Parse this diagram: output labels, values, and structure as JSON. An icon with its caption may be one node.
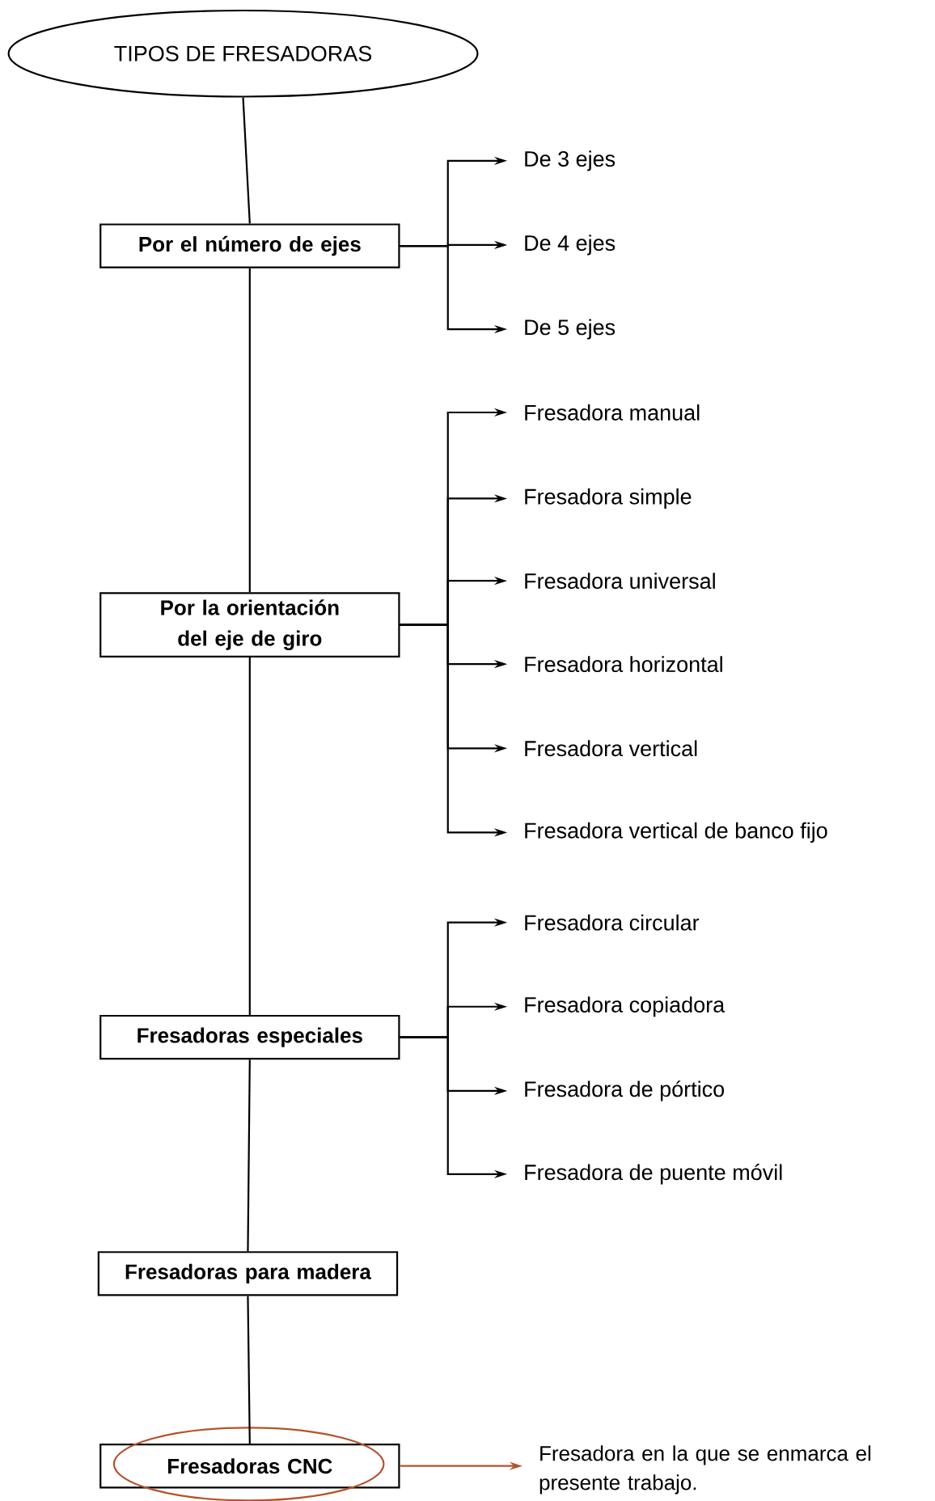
{
  "diagram": {
    "nodes": [
      {
        "text": [
          "TIPOS DE FRESADORAS"
        ]
      },
      {
        "text": [
          "Por el número de ejes"
        ]
      },
      {
        "text": [
          "De 3 ejes"
        ]
      },
      {
        "text": [
          "De 4 ejes"
        ]
      },
      {
        "text": [
          "De 5 ejes"
        ]
      },
      {
        "text": [
          "Por la orientación del eje de giro"
        ]
      },
      {
        "text": [
          "Fresadora manual"
        ]
      },
      {
        "text": [
          "Fresadora simple"
        ]
      },
      {
        "text": [
          "Fresadora universal"
        ]
      },
      {
        "text": [
          "Fresadora horizontal"
        ]
      },
      {
        "text": [
          "Fresadora vertical"
        ]
      },
      {
        "text": [
          "Fresadora vertical de banco fijo"
        ]
      },
      {
        "text": [
          "Fresadoras especiales"
        ]
      },
      {
        "text": [
          "Fresadora circular"
        ]
      },
      {
        "text": [
          "Fresadora copiadora"
        ]
      },
      {
        "text": [
          "Fresadora de pórtico"
        ]
      },
      {
        "text": [
          "Fresadora de puente móvil"
        ]
      },
      {
        "text": [
          "Fresadoras para madera"
        ]
      },
      {
        "text": [
          "Fresadoras CNC"
        ]
      },
      {
        "text": [
          "Fresadora en la que se enmarca el presente trabajo."
        ]
      }
    ],
    "edges": [
      {
        "from": 0,
        "to": 1,
        "arrow": "none"
      },
      {
        "from": 1,
        "to": 2,
        "arrow": "to"
      },
      {
        "from": 1,
        "to": 3,
        "arrow": "to"
      },
      {
        "from": 1,
        "to": 4,
        "arrow": "to"
      },
      {
        "from": 1,
        "to": 5,
        "arrow": "none"
      },
      {
        "from": 5,
        "to": 6,
        "arrow": "to"
      },
      {
        "from": 5,
        "to": 7,
        "arrow": "to"
      },
      {
        "from": 5,
        "to": 8,
        "arrow": "to"
      },
      {
        "from": 5,
        "to": 9,
        "arrow": "to"
      },
      {
        "from": 5,
        "to": 10,
        "arrow": "to"
      },
      {
        "from": 5,
        "to": 11,
        "arrow": "to"
      },
      {
        "from": 5,
        "to": 12,
        "arrow": "none"
      },
      {
        "from": 12,
        "to": 13,
        "arrow": "to"
      },
      {
        "from": 12,
        "to": 14,
        "arrow": "to"
      },
      {
        "from": 12,
        "to": 15,
        "arrow": "to"
      },
      {
        "from": 12,
        "to": 16,
        "arrow": "to"
      },
      {
        "from": 12,
        "to": 17,
        "arrow": "none"
      },
      {
        "from": 17,
        "to": 18,
        "arrow": "none"
      },
      {
        "from": 18,
        "to": 19,
        "arrow": "to",
        "color": "#b5532b"
      }
    ]
  }
}
